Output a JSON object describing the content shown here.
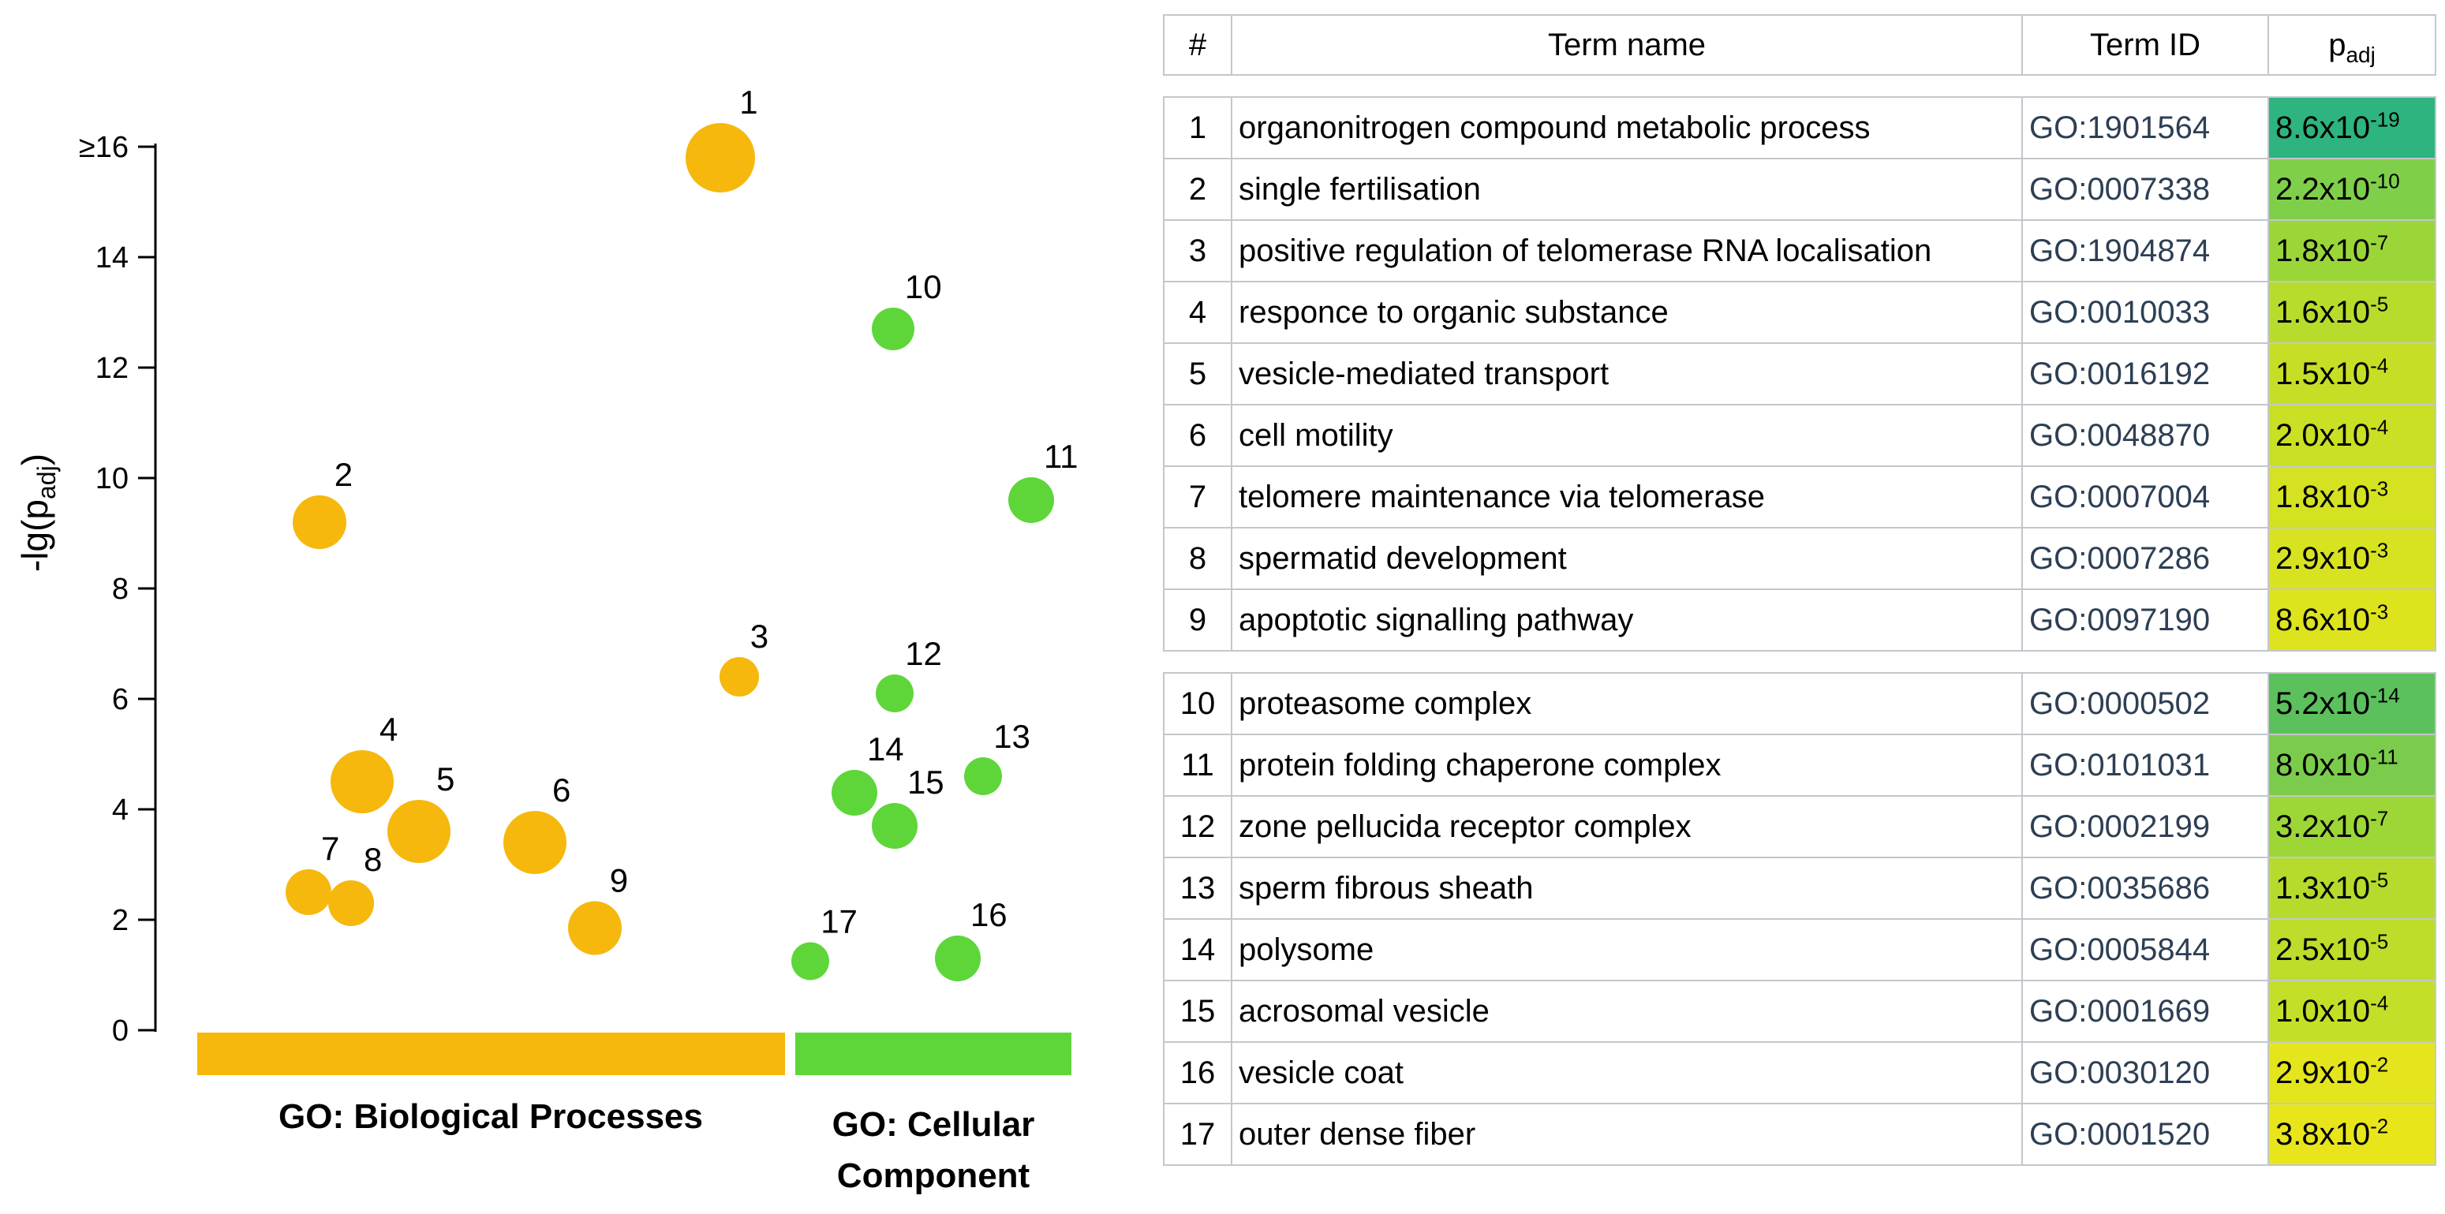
{
  "chart_data": {
    "type": "scatter",
    "ylabel": "-lg(p",
    "ylabel_sub": "adj",
    "ylabel_close": ")",
    "ylim": [
      0,
      16
    ],
    "yticks": [
      "0",
      "2",
      "4",
      "6",
      "8",
      "10",
      "12",
      "14",
      "≥16"
    ],
    "categories": [
      {
        "name": "GO: Biological Processes",
        "color": "#f6b80c"
      },
      {
        "name_line1": "GO: Cellular",
        "name_line2": "Component",
        "color": "#5ed63a"
      }
    ],
    "points": [
      {
        "label": "1",
        "category": 0,
        "y": 15.8
      },
      {
        "label": "2",
        "category": 0,
        "y": 9.2
      },
      {
        "label": "3",
        "category": 0,
        "y": 6.4
      },
      {
        "label": "4",
        "category": 0,
        "y": 4.5
      },
      {
        "label": "5",
        "category": 0,
        "y": 3.6
      },
      {
        "label": "6",
        "category": 0,
        "y": 3.4
      },
      {
        "label": "7",
        "category": 0,
        "y": 2.5
      },
      {
        "label": "8",
        "category": 0,
        "y": 2.3
      },
      {
        "label": "9",
        "category": 0,
        "y": 1.85
      },
      {
        "label": "10",
        "category": 1,
        "y": 12.7
      },
      {
        "label": "11",
        "category": 1,
        "y": 9.6
      },
      {
        "label": "12",
        "category": 1,
        "y": 6.1
      },
      {
        "label": "13",
        "category": 1,
        "y": 4.6
      },
      {
        "label": "14",
        "category": 1,
        "y": 4.3
      },
      {
        "label": "15",
        "category": 1,
        "y": 3.7
      },
      {
        "label": "16",
        "category": 1,
        "y": 1.3
      },
      {
        "label": "17",
        "category": 1,
        "y": 1.25
      }
    ]
  },
  "table": {
    "headers": {
      "num": "#",
      "name": "Term name",
      "id": "Term ID",
      "p": "p",
      "p_sub": "adj"
    },
    "groups": [
      [
        {
          "num": "1",
          "name": "organonitrogen compound metabolic process",
          "id": "GO:1901564",
          "p": "8.6x10",
          "exp": "-19",
          "color": "#2db47f"
        },
        {
          "num": "2",
          "name": "single fertilisation",
          "id": "GO:0007338",
          "p": "2.2x10",
          "exp": "-10",
          "color": "#7fcf4a"
        },
        {
          "num": "3",
          "name": "positive regulation of telomerase RNA localisation",
          "id": "GO:1904874",
          "p": "1.8x10",
          "exp": "-7",
          "color": "#9ad638"
        },
        {
          "num": "4",
          "name": "responce to organic substance",
          "id": "GO:0010033",
          "p": "1.6x10",
          "exp": "-5",
          "color": "#b8dc2b"
        },
        {
          "num": "5",
          "name": "vesicle-mediated transport",
          "id": "GO:0016192",
          "p": "1.5x10",
          "exp": "-4",
          "color": "#c6df26"
        },
        {
          "num": "6",
          "name": "cell motility",
          "id": "GO:0048870",
          "p": "2.0x10",
          "exp": "-4",
          "color": "#c9e024"
        },
        {
          "num": "7",
          "name": "telomere maintenance via telomerase",
          "id": "GO:0007004",
          "p": "1.8x10",
          "exp": "-3",
          "color": "#d4e221"
        },
        {
          "num": "8",
          "name": "spermatid development",
          "id": "GO:0007286",
          "p": "2.9x10",
          "exp": "-3",
          "color": "#d7e320"
        },
        {
          "num": "9",
          "name": "apoptotic signalling pathway",
          "id": "GO:0097190",
          "p": "8.6x10",
          "exp": "-3",
          "color": "#dde41e"
        }
      ],
      [
        {
          "num": "10",
          "name": "proteasome complex",
          "id": "GO:0000502",
          "p": "5.2x10",
          "exp": "-14",
          "color": "#5cc05c"
        },
        {
          "num": "11",
          "name": "protein folding chaperone complex",
          "id": "GO:0101031",
          "p": "8.0x10",
          "exp": "-11",
          "color": "#7bcc4c"
        },
        {
          "num": "12",
          "name": "zone pellucida receptor complex",
          "id": "GO:0002199",
          "p": "3.2x10",
          "exp": "-7",
          "color": "#9cd637"
        },
        {
          "num": "13",
          "name": "sperm fibrous sheath",
          "id": "GO:0035686",
          "p": "1.3x10",
          "exp": "-5",
          "color": "#b6db2c"
        },
        {
          "num": "14",
          "name": "polysome",
          "id": "GO:0005844",
          "p": "2.5x10",
          "exp": "-5",
          "color": "#bcdd2a"
        },
        {
          "num": "15",
          "name": "acrosomal vesicle",
          "id": "GO:0001669",
          "p": "1.0x10",
          "exp": "-4",
          "color": "#c4df27"
        },
        {
          "num": "16",
          "name": "vesicle coat",
          "id": "GO:0030120",
          "p": "2.9x10",
          "exp": "-2",
          "color": "#e4e51c"
        },
        {
          "num": "17",
          "name": "outer dense fiber",
          "id": "GO:0001520",
          "p": "3.8x10",
          "exp": "-2",
          "color": "#e8e61b"
        }
      ]
    ]
  }
}
